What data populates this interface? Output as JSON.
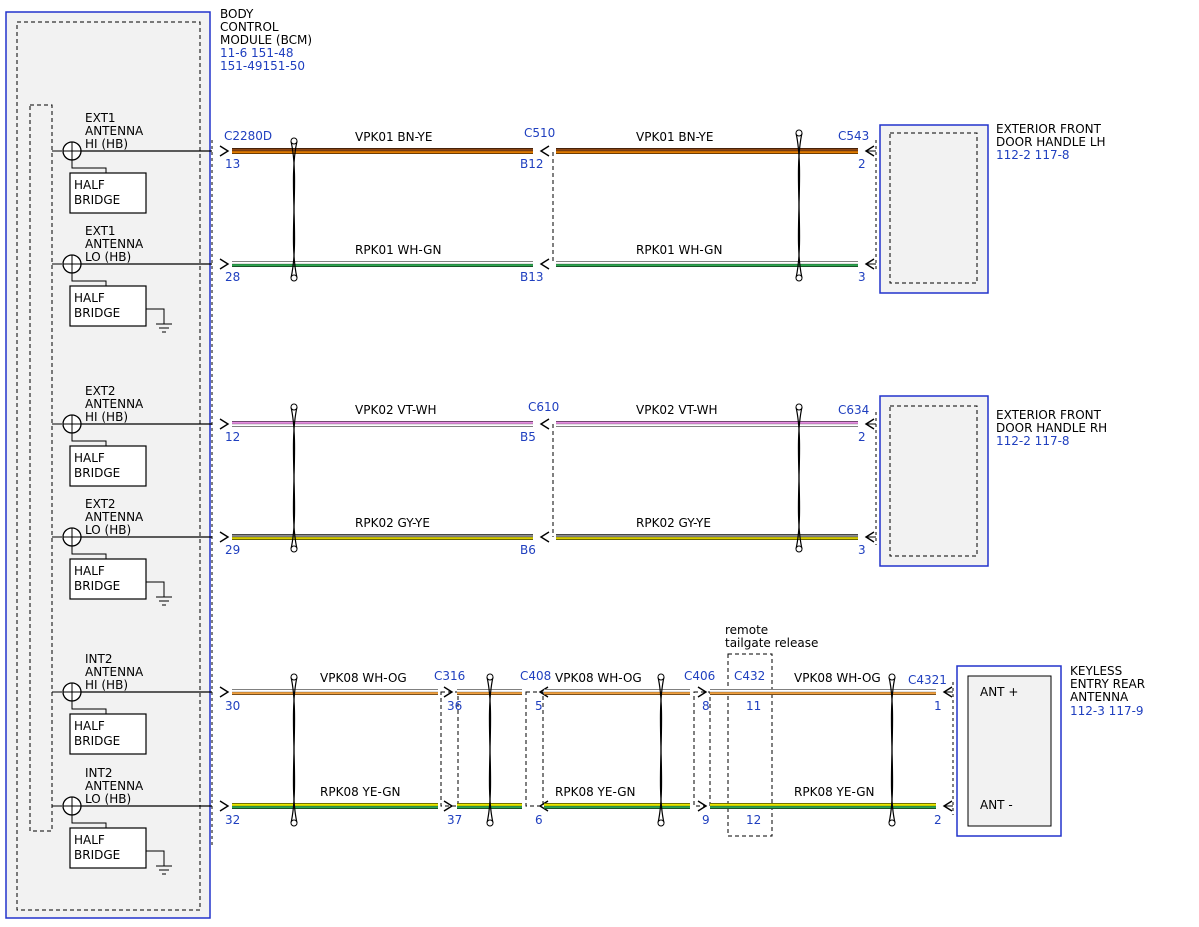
{
  "bcm": {
    "title": [
      "BODY",
      "CONTROL",
      "MODULE (BCM)"
    ],
    "refs": [
      "11-6    151-48",
      "151-49151-50"
    ],
    "half_bridge": [
      "HALF",
      "BRIDGE"
    ],
    "antennas": [
      {
        "lines": [
          "EXT1",
          "ANTENNA",
          "HI (HB)"
        ]
      },
      {
        "lines": [
          "EXT1",
          "ANTENNA",
          "LO (HB)"
        ]
      },
      {
        "lines": [
          "EXT2",
          "ANTENNA",
          "HI (HB)"
        ]
      },
      {
        "lines": [
          "EXT2",
          "ANTENNA",
          "LO (HB)"
        ]
      },
      {
        "lines": [
          "INT2",
          "ANTENNA",
          "HI (HB)"
        ]
      },
      {
        "lines": [
          "INT2",
          "ANTENNA",
          "LO (HB)"
        ]
      }
    ]
  },
  "connectors": {
    "c2280d": "C2280D",
    "c510": "C510",
    "c543": "C543",
    "c610": "C610",
    "c634": "C634",
    "c316": "C316",
    "c408": "C408",
    "c406": "C406",
    "c432": "C432",
    "c4321": "C4321"
  },
  "remote_note": [
    "remote",
    "tailgate release"
  ],
  "components": {
    "lh": {
      "lines": [
        "EXTERIOR FRONT",
        "DOOR HANDLE LH"
      ],
      "ref": "112-2 117-8"
    },
    "rh": {
      "lines": [
        "EXTERIOR FRONT",
        "DOOR HANDLE RH"
      ],
      "ref": "112-2 117-8"
    },
    "rear": {
      "lines": [
        "KEYLESS",
        "ENTRY REAR",
        "ANTENNA"
      ],
      "ref": "112-3 117-9",
      "pins": [
        "ANT +",
        "ANT -"
      ]
    }
  },
  "wires": [
    {
      "id": "ext1-hi",
      "colors": [
        "#8b4513",
        "#e07a00"
      ],
      "labels": [
        "VPK01  BN-YE",
        "VPK01  BN-YE"
      ],
      "pins": [
        "13",
        "B12",
        "2"
      ]
    },
    {
      "id": "ext1-lo",
      "colors": [
        "#ffffff",
        "#2ea44f"
      ],
      "labels": [
        "RPK01  WH-GN",
        "RPK01  WH-GN"
      ],
      "pins": [
        "28",
        "B13",
        "3"
      ]
    },
    {
      "id": "ext2-hi",
      "colors": [
        "#e58fe0",
        "#ffffff"
      ],
      "labels": [
        "VPK02  VT-WH",
        "VPK02  VT-WH"
      ],
      "pins": [
        "12",
        "B5",
        "2"
      ]
    },
    {
      "id": "ext2-lo",
      "colors": [
        "#8c8c8c",
        "#d6cc00"
      ],
      "labels": [
        "RPK02  GY-YE",
        "RPK02  GY-YE"
      ],
      "pins": [
        "29",
        "B6",
        "3"
      ]
    },
    {
      "id": "int2-hi",
      "colors": [
        "#ffffff",
        "#f0a040"
      ],
      "labels": [
        "VPK08  WH-OG",
        "VPK08  WH-OG",
        "VPK08  WH-OG"
      ],
      "pins": [
        "30",
        "36",
        "5",
        "8",
        "11",
        "1"
      ]
    },
    {
      "id": "int2-lo",
      "colors": [
        "#e8e800",
        "#2ea44f"
      ],
      "labels": [
        "RPK08  YE-GN",
        "RPK08  YE-GN",
        "RPK08  YE-GN"
      ],
      "pins": [
        "32",
        "37",
        "6",
        "9",
        "12",
        "2"
      ]
    }
  ],
  "style": {
    "line": "#000000",
    "ref": "#1f3fbf",
    "module_fill": "#f2f2f2"
  }
}
